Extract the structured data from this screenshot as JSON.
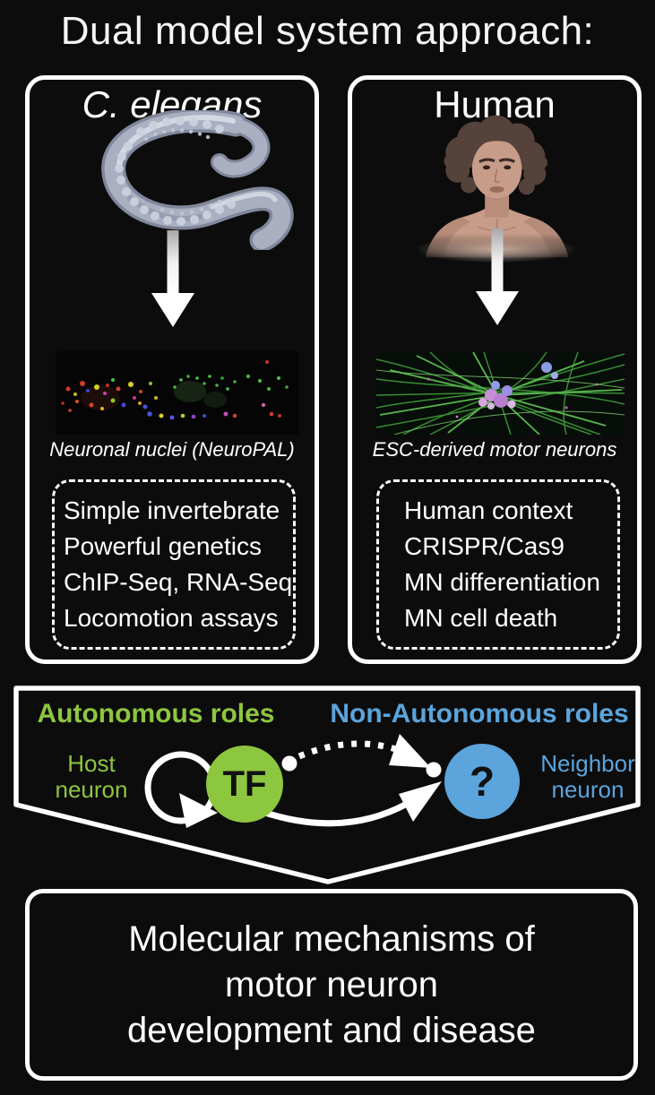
{
  "title": "Dual model system approach:",
  "colors": {
    "green": "#8dc63f",
    "blue": "#5ba4dc",
    "background": "#0c0c0c",
    "border": "#ffffff"
  },
  "left_panel": {
    "title": "C. elegans",
    "illustration": "c-elegans-worm-illustration",
    "image_caption": "Neuronal nuclei (NeuroPAL)",
    "features": [
      "Simple invertebrate",
      "Powerful genetics",
      "ChIP-Seq, RNA-Seq",
      "Locomotion assays"
    ]
  },
  "right_panel": {
    "title": "Human",
    "illustration": "human-bust-illustration",
    "image_caption": "ESC-derived motor neurons",
    "features": [
      "Human context",
      "CRISPR/Cas9",
      "MN differentiation",
      "MN cell death"
    ]
  },
  "middle_panel": {
    "left_heading": "Autonomous roles",
    "right_heading": "Non-Autonomous roles",
    "host_label": "Host\nneuron",
    "tf_label": "TF",
    "question_label": "?",
    "neighbor_label": "Neighbor\nneuron"
  },
  "bottom_panel": {
    "text": "Molecular mechanisms of\nmotor neuron\ndevelopment and disease"
  }
}
